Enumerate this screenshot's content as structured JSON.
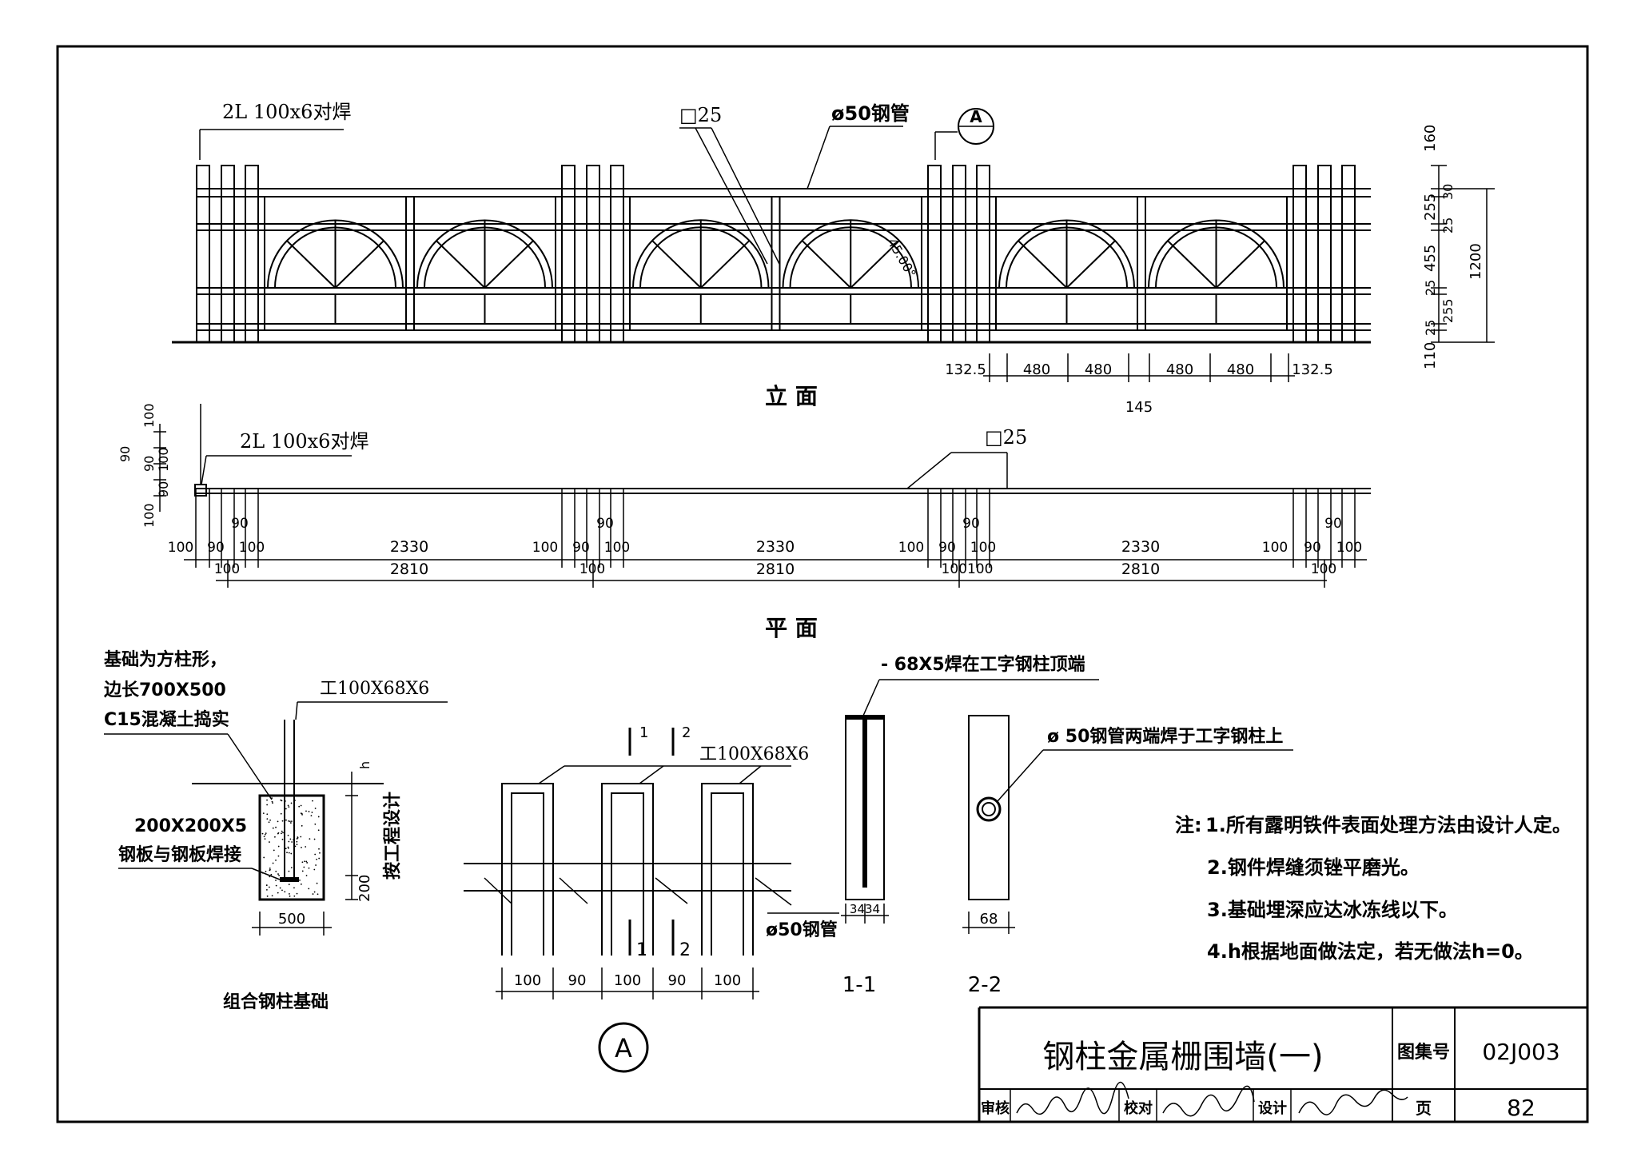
{
  "elevation": {
    "label_angle": "2L 100x6对焊",
    "label_sq": "□25",
    "label_pipe": "ø50钢管",
    "section_mark": "A",
    "angle_label": "45.00°",
    "right_dims": [
      "160",
      "30",
      "255",
      "25",
      "455",
      "25",
      "255",
      "25",
      "110"
    ],
    "total_height": "1200",
    "bottom_dims": [
      "132.5",
      "480",
      "480",
      "480",
      "480",
      "132.5"
    ],
    "bottom_sub": "145",
    "caption": "立  面"
  },
  "plan": {
    "label_angle": "2L 100x6对焊",
    "label_sq": "□25",
    "left_dims": [
      "100",
      "90",
      "90",
      "100",
      "100",
      "90"
    ],
    "spans": [
      {
        "a": "100",
        "b": "90",
        "c": "100",
        "top": "90",
        "bottom": "100",
        "span": "2330",
        "total": "2810"
      },
      {
        "a": "100",
        "b": "90",
        "c": "100",
        "top": "90",
        "bottom": "100",
        "span": "2330",
        "total": "2810"
      },
      {
        "a": "100",
        "b": "90",
        "c": "100",
        "top": "90",
        "bottom": "100100",
        "span": "2330",
        "total": "2810"
      },
      {
        "a": "100",
        "b": "90",
        "c": "100",
        "top": "90",
        "bottom": "100"
      }
    ],
    "caption": "平  面"
  },
  "foundation": {
    "note_line1": "基础为方柱形，",
    "note_line2": "边长700X500",
    "note_line3": "C15混凝土捣实",
    "steel": "工100X68X6",
    "plate_line1": "200X200X5",
    "plate_line2": "钢板与钢板焊接",
    "h": "h",
    "depth": "按工程设计",
    "dim200": "200",
    "width": "500",
    "caption": "组合钢柱基础"
  },
  "detailA": {
    "mark1": "1",
    "mark2": "2",
    "steel": "工100X68X6",
    "pipe": "ø50钢管",
    "dims": [
      "100",
      "90",
      "100",
      "90",
      "100"
    ],
    "section_mark": "A"
  },
  "section11": {
    "label": "- 68X5焊在工字钢柱顶端",
    "dims": "3434",
    "caption": "1-1"
  },
  "section22": {
    "label": "ø 50钢管两端焊于工字钢柱上",
    "dim": "68",
    "caption": "2-2"
  },
  "notes": {
    "title": "注:",
    "items": [
      "1.所有露明铁件表面处理方法由设计人定。",
      "2.钢件焊缝须锉平磨光。",
      "3.基础埋深应达冰冻线以下。",
      "4.h根据地面做法定，若无做法h=0。"
    ]
  },
  "titleblock": {
    "title": "钢柱金属栅围墙(一)",
    "atlas_label": "图集号",
    "atlas_no": "02J003",
    "review_label": "审核",
    "check_label": "校对",
    "design_label": "设计",
    "page_label": "页",
    "page_no": "82"
  }
}
